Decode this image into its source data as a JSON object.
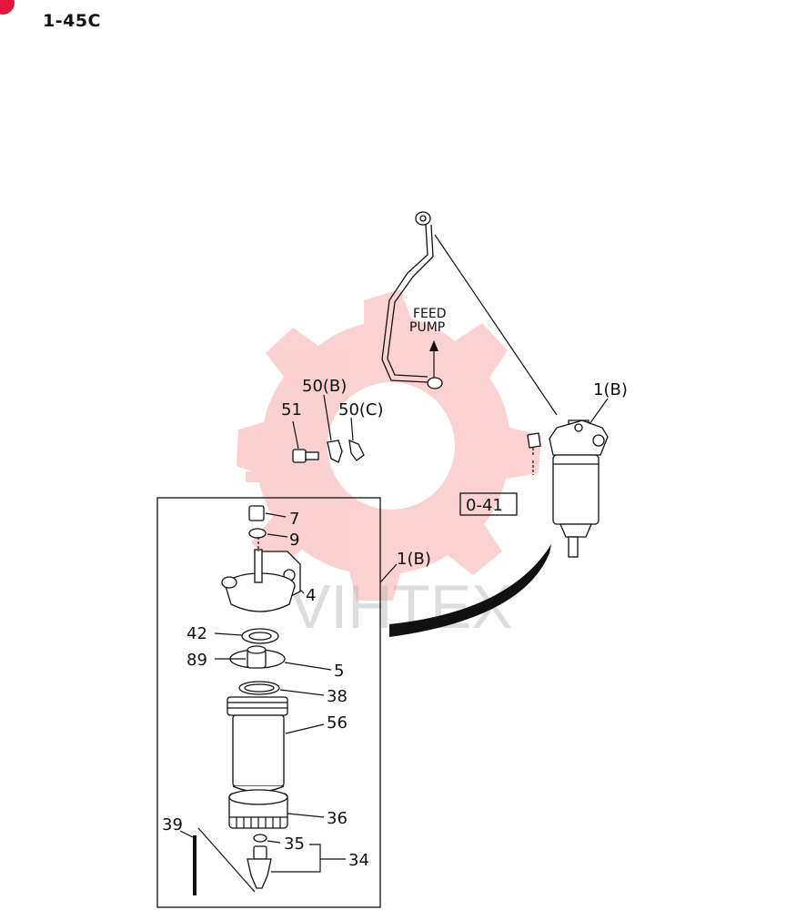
{
  "page_code": "1-45C",
  "watermark": {
    "text": "VIHTEX",
    "color": "#f05a5a"
  },
  "notes": {
    "feed_pump_line1": "FEED",
    "feed_pump_line2": "PUMP"
  },
  "reference_box": "0-41",
  "parts": {
    "p1b_top": "1(B)",
    "p1b_side": "1(B)",
    "p51": "51",
    "p50b": "50(B)",
    "p50c": "50(C)",
    "p7": "7",
    "p9": "9",
    "p4": "4",
    "p42": "42",
    "p89": "89",
    "p5": "5",
    "p38": "38",
    "p56": "56",
    "p36": "36",
    "p39": "39",
    "p35": "35",
    "p34": "34"
  },
  "icons": [
    "gear-watermark-icon",
    "feed-pump-arrow-icon",
    "corner-badge-icon"
  ]
}
